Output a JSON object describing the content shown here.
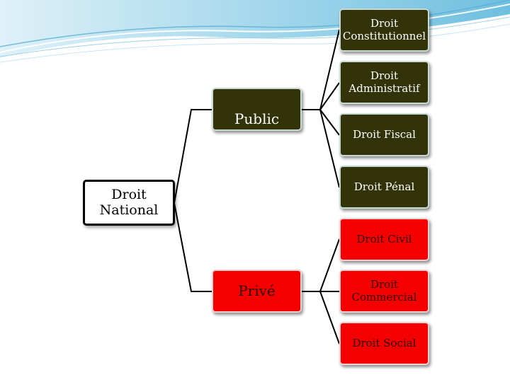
{
  "diagram": {
    "root": {
      "label": "Droit\nNational"
    },
    "branches": [
      {
        "label": "Public",
        "color": "#33330a",
        "children": [
          "Droit\nConstitutionnel",
          "Droit\nAdministratif",
          "Droit Fiscal",
          "Droit Pénal"
        ]
      },
      {
        "label": "Privé",
        "color": "#f50000",
        "children": [
          "Droit Civil",
          "Droit\nCommercial",
          "Droit Social"
        ]
      }
    ]
  },
  "theme": {
    "banner_color": "#7ec3e0",
    "dark_box": "#33330a",
    "red_box": "#f50000"
  }
}
